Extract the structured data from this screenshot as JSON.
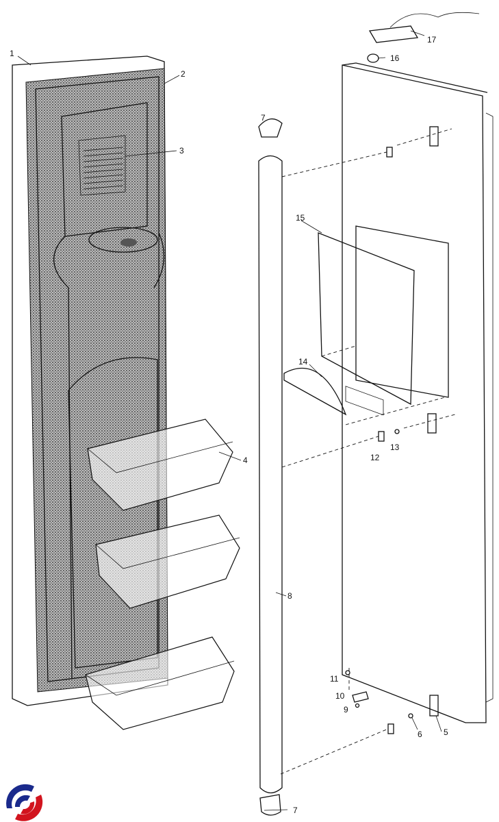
{
  "diagram": {
    "part_labels": [
      "1",
      "2",
      "3",
      "4",
      "5",
      "6",
      "7",
      "8",
      "9",
      "10",
      "11",
      "12",
      "13",
      "14",
      "15",
      "16",
      "17"
    ],
    "logo_colors": {
      "blue": "#1a2a8c",
      "red": "#d2141e"
    }
  }
}
